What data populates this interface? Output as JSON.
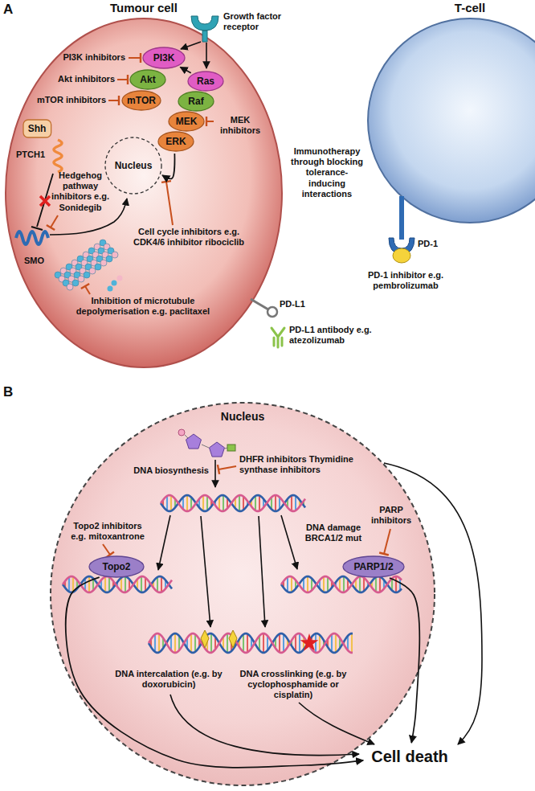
{
  "diagram": {
    "nodes": [
      {
        "text": [
          "Tumour cell"
        ]
      },
      {
        "text": [
          "PI3K"
        ],
        "in": 0
      },
      {
        "text": [
          "Akt"
        ],
        "in": 0
      },
      {
        "text": [
          "mTOR"
        ],
        "in": 0
      },
      {
        "text": [
          "Ras"
        ],
        "in": 0
      },
      {
        "text": [
          "Raf"
        ],
        "in": 0
      },
      {
        "text": [
          "MEK"
        ],
        "in": 0
      },
      {
        "text": [
          "ERK"
        ],
        "in": 0
      },
      {
        "text": [
          "Nucleus"
        ],
        "in": 0
      },
      {
        "text": [
          "Shh"
        ],
        "in": 0
      },
      {
        "text": [
          "T-cell"
        ]
      },
      {
        "text": [
          "Nucleus"
        ]
      },
      {
        "text": [
          "Topo2"
        ],
        "in": 11
      },
      {
        "text": [
          "PARP1/2"
        ],
        "in": 11
      },
      {
        "text": [
          "Cell death"
        ]
      }
    ],
    "edges": [
      {
        "from": 4,
        "to": 1,
        "arrow": "to"
      },
      {
        "from": 7,
        "to": 8,
        "arrow": "to"
      },
      {
        "from": 12,
        "to": 14,
        "arrow": "to"
      },
      {
        "from": 13,
        "to": 14,
        "arrow": "to"
      }
    ],
    "labels": [
      "A",
      "Growth factor receptor",
      "PI3K inhibitors",
      "Akt inhibitors",
      "mTOR inhibitors",
      "MEK inhibitors",
      "PTCH1",
      "Hedgehog pathway inhibitors e.g. Sonidegib",
      "SMO",
      "Cell cycle inhibitors e.g. CDK4/6 inhibitor ribociclib",
      "Inhibition of microtubule depolymerisation e.g. paclitaxel",
      "PD-L1",
      "PD-L1 antibody e.g. atezolizumab",
      "Immunotherapy through blocking tolerance-inducing interactions",
      "PD-1",
      "PD-1 inhibitor e.g. pembrolizumab",
      "B",
      "DNA biosynthesis",
      "DHFR inhibitors Thymidine synthase inhibitors",
      "Topo2 inhibitors e.g. mitoxantrone",
      "DNA damage BRCA1/2 mut",
      "PARP inhibitors",
      "DNA intercalation (e.g. by doxorubicin)",
      "DNA crosslinking (e.g. by cyclophosphamide or cisplatin)"
    ]
  }
}
